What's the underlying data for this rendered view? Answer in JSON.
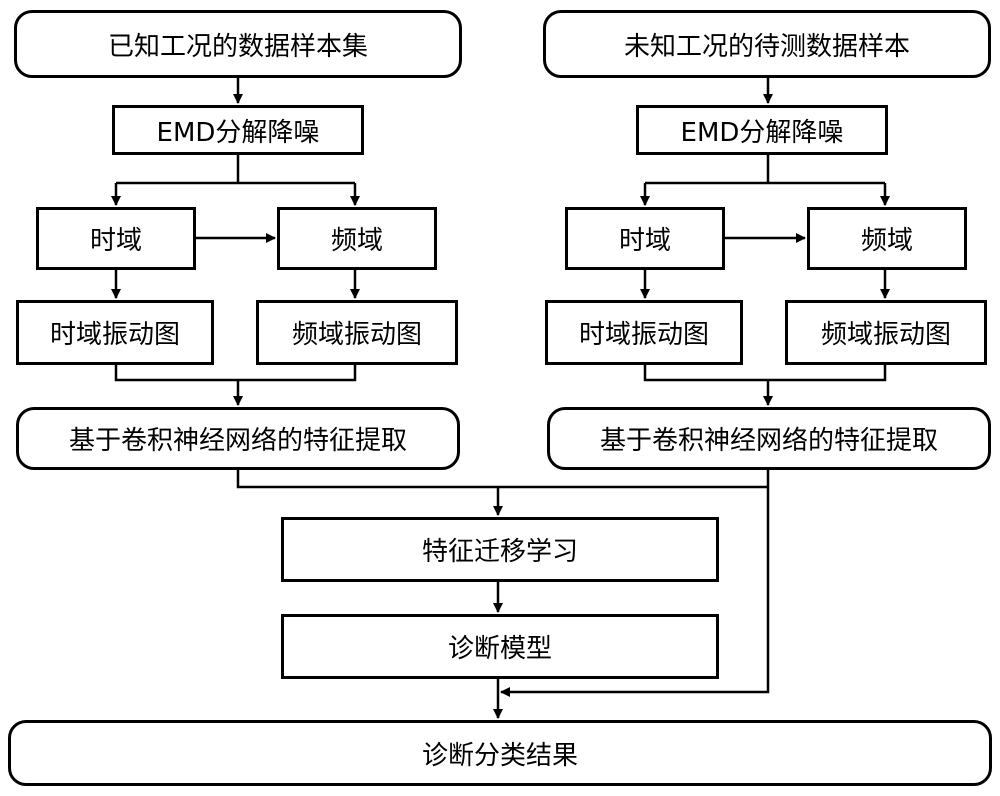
{
  "nodes": {
    "known_set": "已知工况的数据样本集",
    "unknown_set": "未知工况的待测数据样本",
    "emd_left": "EMD分解降噪",
    "emd_right": "EMD分解降噪",
    "time_left": "时域",
    "freq_left": "频域",
    "time_right": "时域",
    "freq_right": "频域",
    "time_vib_left": "时域振动图",
    "freq_vib_left": "频域振动图",
    "time_vib_right": "时域振动图",
    "freq_vib_right": "频域振动图",
    "cnn_left": "基于卷积神经网络的特征提取",
    "cnn_right": "基于卷积神经网络的特征提取",
    "transfer": "特征迁移学习",
    "model": "诊断模型",
    "result": "诊断分类结果"
  }
}
